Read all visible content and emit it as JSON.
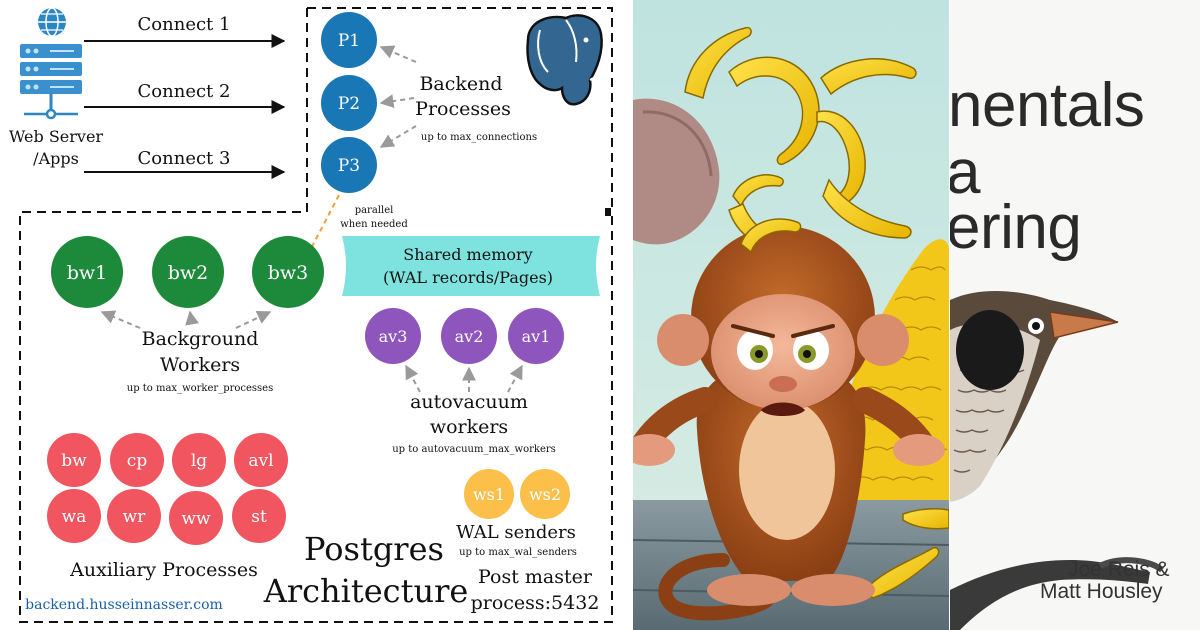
{
  "diagram": {
    "client": {
      "label_line1": "Web Server",
      "label_line2": "/Apps"
    },
    "connections": [
      "Connect 1",
      "Connect 2",
      "Connect 3"
    ],
    "backend": {
      "nodes": [
        "P1",
        "P2",
        "P3"
      ],
      "label_line1": "Backend",
      "label_line2": "Processes",
      "limit": "up to max_connections",
      "parallel_line1": "parallel",
      "parallel_line2": "when needed"
    },
    "background_workers": {
      "nodes": [
        "bw1",
        "bw2",
        "bw3"
      ],
      "label_line1": "Background",
      "label_line2": "Workers",
      "limit": "up to max_worker_processes"
    },
    "shared_memory": {
      "line1": "Shared memory",
      "line2": "(WAL records/Pages)"
    },
    "autovacuum": {
      "nodes": [
        "av3",
        "av2",
        "av1"
      ],
      "label_line1": "autovacuum",
      "label_line2": "workers",
      "limit": "up to autovacuum_max_workers"
    },
    "auxiliary": {
      "nodes_row1": [
        "bw",
        "cp",
        "lg",
        "avl"
      ],
      "nodes_row2": [
        "wa",
        "wr",
        "ww",
        "st"
      ],
      "label": "Auxiliary Processes"
    },
    "wal_senders": {
      "nodes": [
        "ws1",
        "ws2"
      ],
      "label": "WAL senders",
      "limit": "up to max_wal_senders"
    },
    "title_line1": "Postgres",
    "title_line2": "Architecture",
    "postmaster_line1": "Post master",
    "postmaster_line2": "process:5432",
    "website": "backend.husseinnasser.com",
    "colors": {
      "backend": "#1a77b5",
      "background": "#1d8a3b",
      "autovacuum": "#8e56bd",
      "auxiliary": "#f05560",
      "wal": "#fbbf4a",
      "shared_memory": "#7ee3df",
      "postgres_logo": "#336791"
    }
  },
  "book": {
    "title_line1": "nentals",
    "title_line2": "a",
    "title_line3": "ering",
    "authors_line1": "Joe Reis &",
    "authors_line2": "Matt Housley"
  }
}
